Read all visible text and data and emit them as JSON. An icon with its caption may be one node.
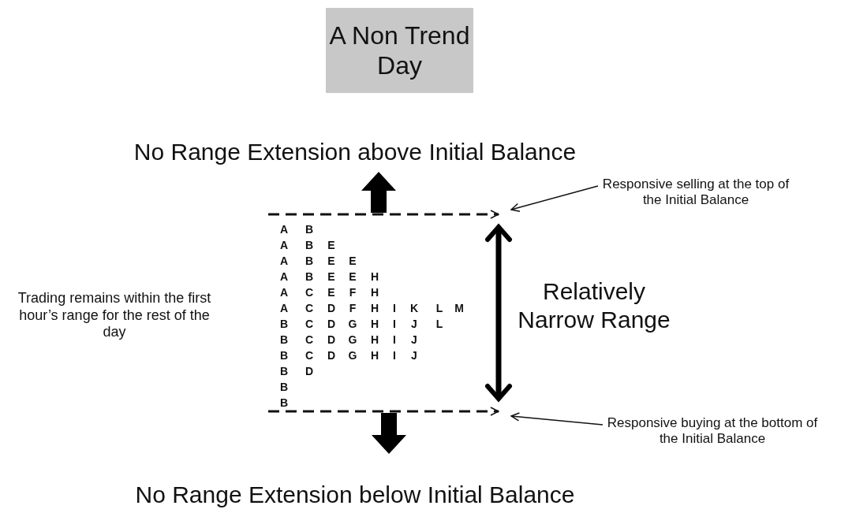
{
  "diagram": {
    "nodes": [
      {
        "text": [
          "A Non Trend Day"
        ]
      },
      {
        "text": [
          "Responsive selling at the top of the Initial Balance"
        ]
      },
      {
        "text": [],
        "shape": "line"
      },
      {
        "text": [],
        "shape": "line"
      },
      {
        "text": [
          "Responsive buying at the bottom of the Initial Balance"
        ]
      }
    ],
    "edges": [
      {
        "from": 1,
        "to": 2,
        "arrow": "to"
      },
      {
        "from": 4,
        "to": 3,
        "arrow": "to"
      },
      {
        "from": 2,
        "to": 3,
        "arrow": "both",
        "style": "thick"
      }
    ],
    "labels": [
      "No Range Extension above Initial Balance",
      "Trading remains within the first hour’s range for the rest of the day",
      "Relatively Narrow Range",
      "A",
      "B",
      "A",
      "B",
      "E",
      "A",
      "B",
      "E",
      "E",
      "A",
      "B",
      "E",
      "E",
      "H",
      "A",
      "C",
      "E",
      "F",
      "H",
      "A",
      "C",
      "D",
      "F",
      "H",
      "I",
      "K",
      "L",
      "M",
      "B",
      "C",
      "D",
      "G",
      "H",
      "I",
      "J",
      "L",
      "B",
      "C",
      "D",
      "G",
      "H",
      "I",
      "J",
      "B",
      "C",
      "D",
      "G",
      "H",
      "I",
      "J",
      "B",
      "D",
      "B",
      "B",
      "No Range Extension below Initial Balance"
    ]
  }
}
